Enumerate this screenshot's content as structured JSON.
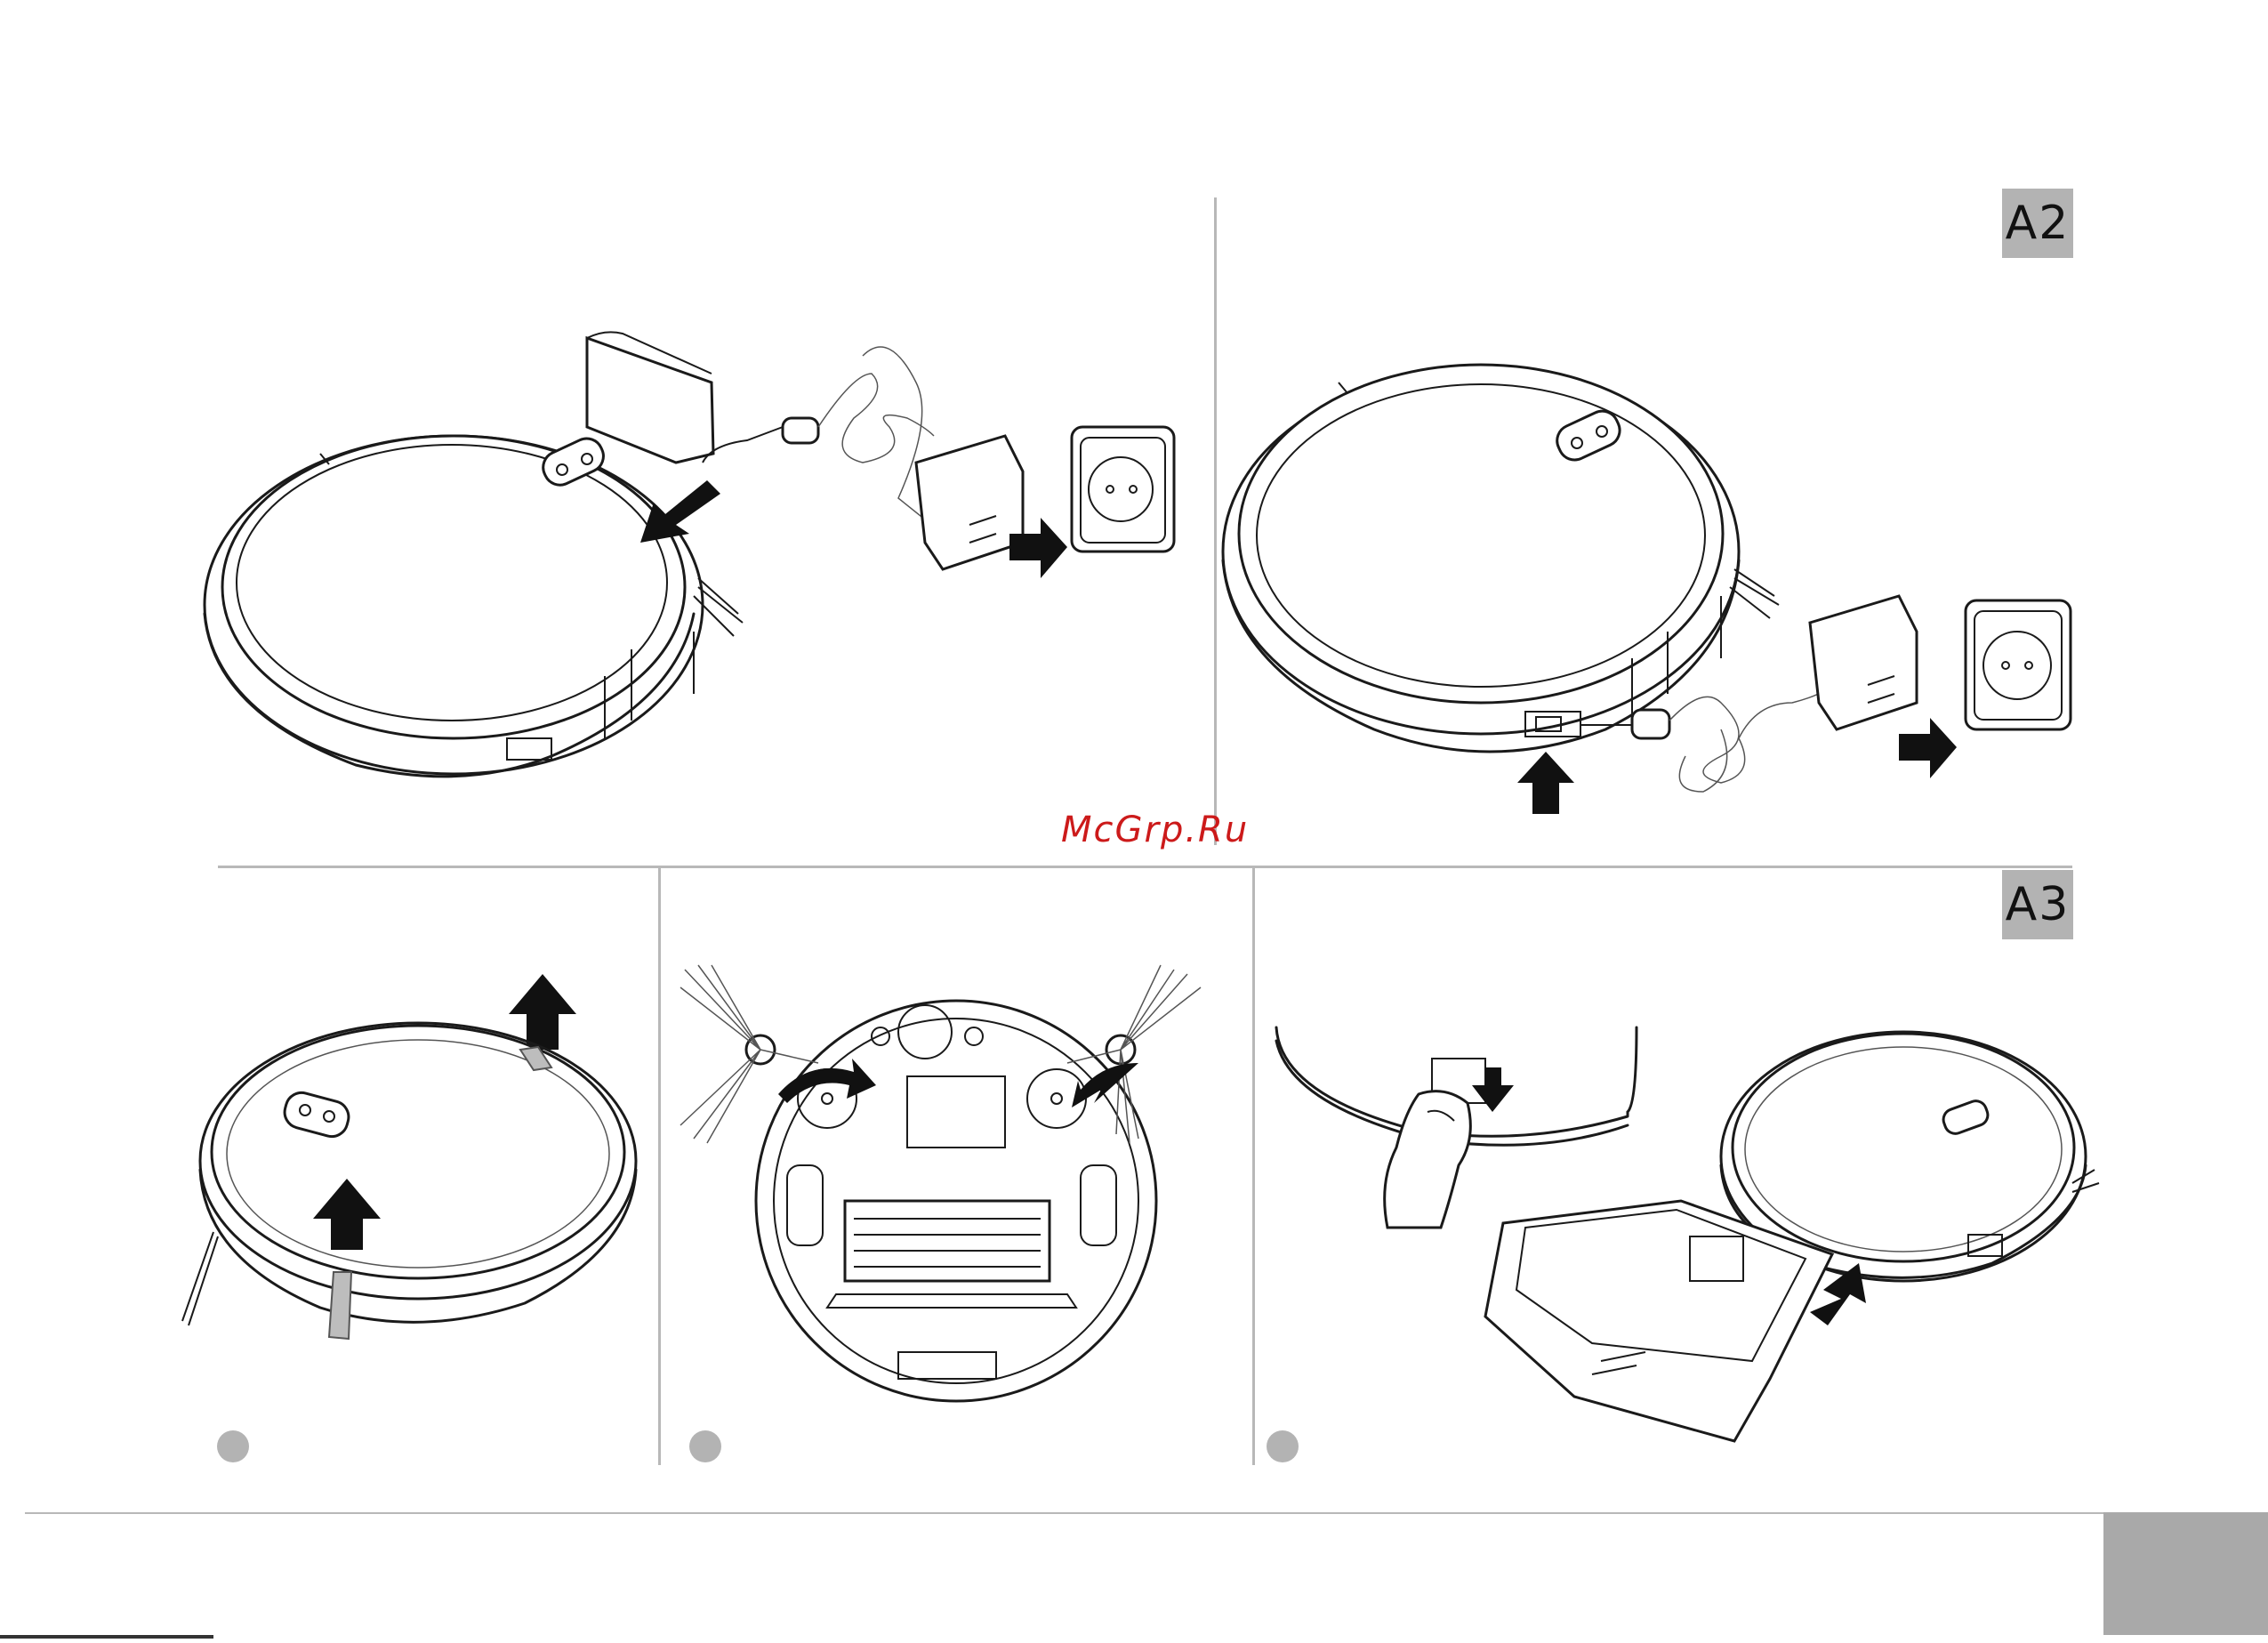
{
  "labels": {
    "a2": "A2",
    "a3": "A3"
  },
  "watermark": "McGrp.Ru",
  "colors": {
    "divider": "#b8b8b8",
    "label_bg": "#b3b3b3",
    "watermark": "#cc1a1a",
    "arrow": "#111111",
    "tab": "#a9a9a9"
  },
  "icons": [
    "power-icon",
    "home-icon",
    "arrow-icon"
  ]
}
